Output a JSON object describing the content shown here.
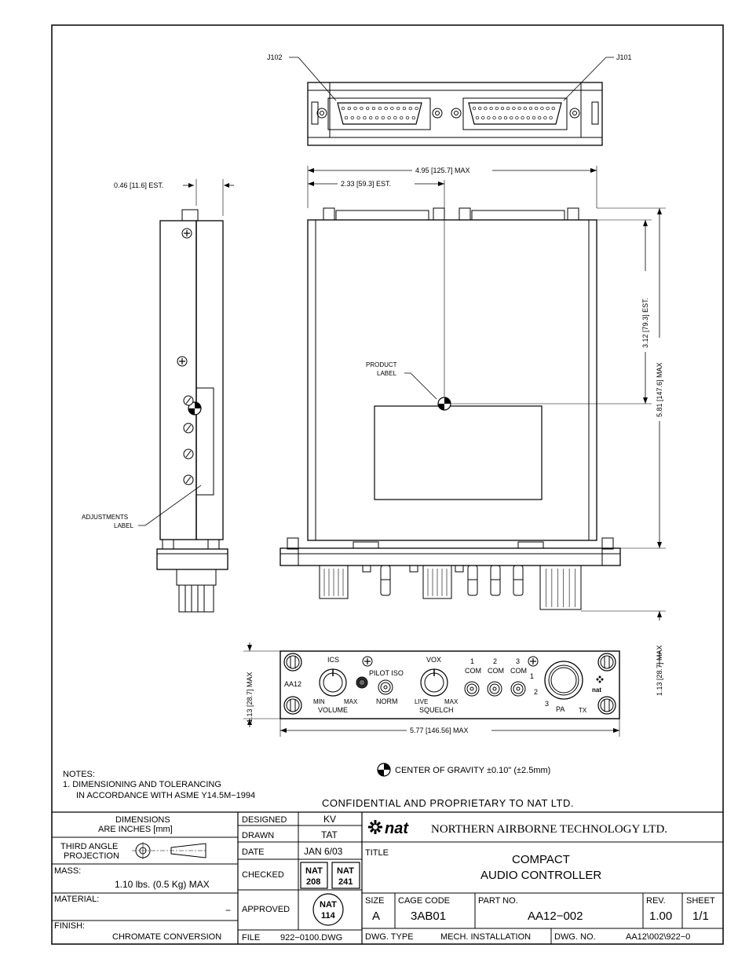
{
  "views": {
    "rear": {
      "j102": "J102",
      "j101": "J101"
    },
    "top_dims": {
      "overall_width": "4.95 [125.7] MAX",
      "cg_x": "2.33 [59.3] EST."
    },
    "side_dims": {
      "depth": "0.46 [11.6] EST."
    },
    "right_dims": {
      "cg_y": "3.12 [79.3] EST.",
      "overall_length": "5.81 [147.6] MAX",
      "panel_height": "1.13 [28.7] MAX"
    },
    "product_label": [
      "PRODUCT",
      "LABEL"
    ],
    "adjustments_label": [
      "ADJUSTMENTS",
      "LABEL"
    ],
    "front_panel": {
      "model": "AA12",
      "ics": "ICS",
      "volume": "VOLUME",
      "min": "MIN",
      "max": "MAX",
      "pilot_iso": "PILOT ISO",
      "norm": "NORM",
      "vox": "VOX",
      "squelch": "SQUELCH",
      "live": "LIVE",
      "max2": "MAX",
      "com1_num": "1",
      "com2_num": "2",
      "com3_num": "3",
      "com": "COM",
      "rot1": "1",
      "rot2": "2",
      "rot3": "3",
      "pa": "PA",
      "tx": "TX",
      "logo": "nat"
    },
    "front_dims": {
      "panel_height": "1.13 [28.7] MAX",
      "panel_width": "5.77 [146.56] MAX"
    }
  },
  "cg_note": "CENTER OF GRAVITY ±0.10\" (±2.5mm)",
  "notes": {
    "heading": "NOTES:",
    "line1": "1. DIMENSIONING AND TOLERANCING",
    "line2": "IN ACCORDANCE WITH ASME Y14.5M−1994"
  },
  "confidential": "CONFIDENTIAL AND PROPRIETARY TO NAT LTD.",
  "title_block": {
    "dimensions_l1": "DIMENSIONS",
    "dimensions_l2": "ARE INCHES [mm]",
    "projection_l1": "THIRD ANGLE",
    "projection_l2": "PROJECTION",
    "mass_label": "MASS:",
    "mass_value": "1.10 lbs. (0.5 Kg) MAX",
    "material_label": "MATERIAL:",
    "material_value": "−",
    "finish_label": "FINISH:",
    "finish_value": "CHROMATE CONVERSION",
    "designed_label": "DESIGNED",
    "designed_value": "KV",
    "drawn_label": "DRAWN",
    "drawn_value": "TAT",
    "date_label": "DATE",
    "date_value": "JAN 6/03",
    "checked_label": "CHECKED",
    "checked_stamp1_l1": "NAT",
    "checked_stamp1_l2": "208",
    "checked_stamp2_l1": "NAT",
    "checked_stamp2_l2": "241",
    "approved_label": "APPROVED",
    "approved_stamp_l1": "NAT",
    "approved_stamp_l2": "114",
    "file_label": "FILE",
    "file_value": "922−0100.DWG",
    "logo": "nat",
    "company": "NORTHERN AIRBORNE TECHNOLOGY LTD.",
    "title_label": "TITLE",
    "title_l1": "COMPACT",
    "title_l2": "AUDIO CONTROLLER",
    "size_label": "SIZE",
    "size_value": "A",
    "cage_label": "CAGE CODE",
    "cage_value": "3AB01",
    "part_label": "PART NO.",
    "part_value": "AA12−002",
    "rev_label": "REV.",
    "rev_value": "1.00",
    "sheet_label": "SHEET",
    "sheet_value": "1/1",
    "dwg_type_label": "DWG. TYPE",
    "dwg_type_value": "MECH. INSTALLATION",
    "dwg_no_label": "DWG. NO.",
    "dwg_no_value": "AA12\\002\\922−0"
  },
  "icons": [
    "center-of-gravity-icon",
    "phillips-screw-icon",
    "third-angle-projection-icon",
    "nat-star-logo-icon"
  ]
}
